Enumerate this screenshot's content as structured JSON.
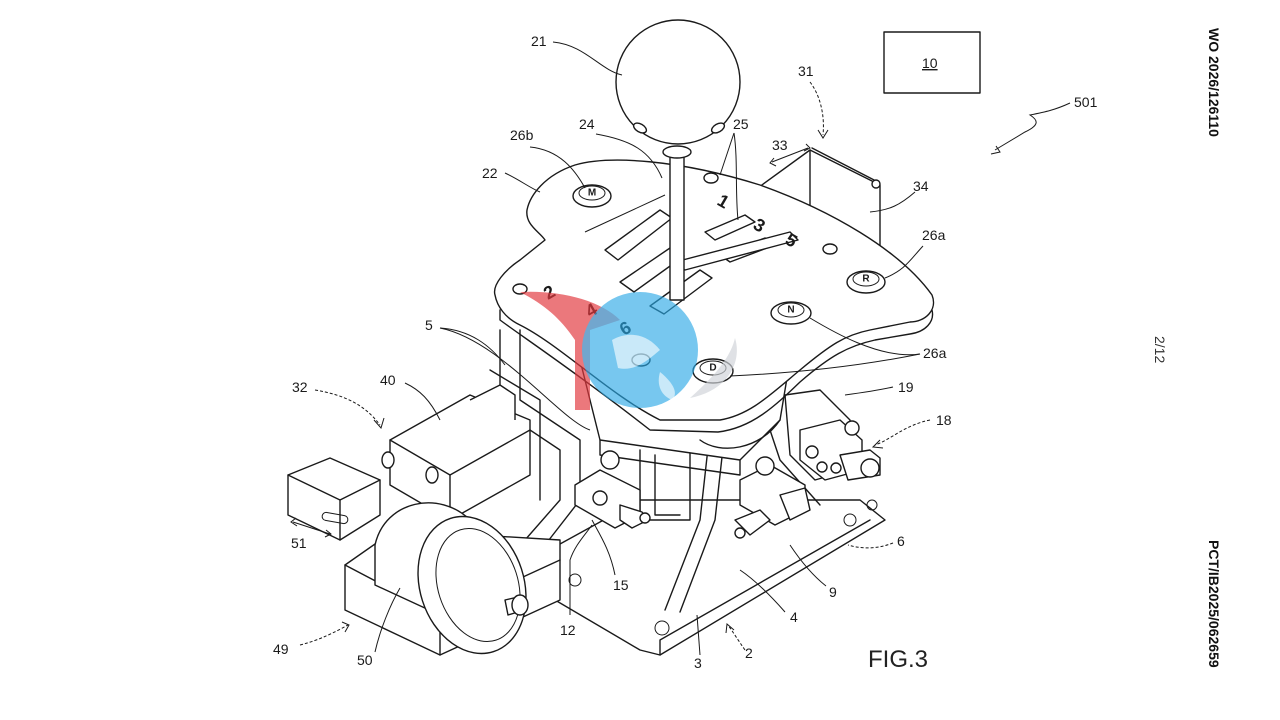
{
  "publication": {
    "number": "WO 2026/126110",
    "application": "PCT/IB2025/062659",
    "sheet": "2/12",
    "figure": "FIG.3"
  },
  "controller_box": {
    "label": "10"
  },
  "gate_labels": [
    "1",
    "2",
    "3",
    "4",
    "5",
    "6"
  ],
  "buttons": {
    "M": "M",
    "R": "R",
    "N": "N",
    "D": "D"
  },
  "reference_numerals": {
    "r21": "21",
    "r24": "24",
    "r25": "25",
    "r26b": "26b",
    "r22": "22",
    "r31": "31",
    "r33": "33",
    "r34": "34",
    "r501": "501",
    "r26a_upper": "26a",
    "r26a_lower": "26a",
    "r5": "5",
    "r40": "40",
    "r32": "32",
    "r19": "19",
    "r18": "18",
    "r51": "51",
    "r15": "15",
    "r12": "12",
    "r49": "49",
    "r50": "50",
    "r3": "3",
    "r2": "2",
    "r4": "4",
    "r9": "9",
    "r6": "6"
  },
  "watermark": {
    "color_red": "#e2383f",
    "color_blue": "#29a8e6"
  }
}
